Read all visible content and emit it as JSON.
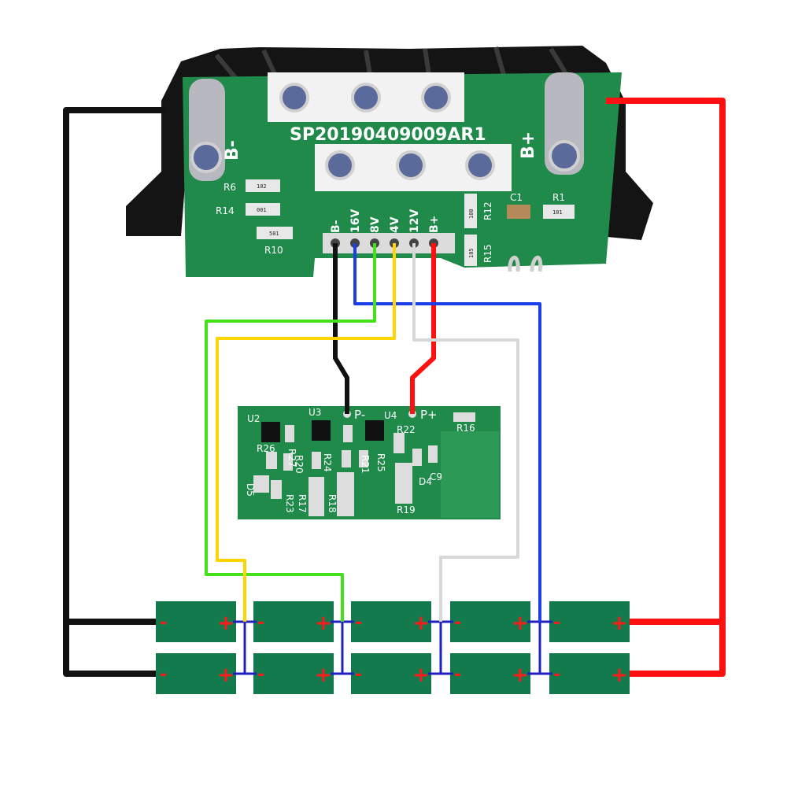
{
  "colors": {
    "pcb_green": "#1f8a4a",
    "cell_green": "#137a4d",
    "wire_black": "#111111",
    "wire_red": "#ff1010",
    "wire_blue": "#1a3fe8",
    "wire_green": "#44e01a",
    "wire_yellow": "#ffd400",
    "wire_white": "#d8d8d8",
    "cell_link": "#2020c0",
    "plus_sign": "#ff1a1a"
  },
  "main_board": {
    "serial": "SP20190409009AR1",
    "neg_label": "B-",
    "pos_label": "B+",
    "pins": [
      "B-",
      "16V",
      "8V",
      "4V",
      "12V",
      "B+"
    ],
    "components": [
      {
        "ref": "R6",
        "value": "102"
      },
      {
        "ref": "R14",
        "value": "001"
      },
      {
        "ref": "R10",
        "value": "501"
      },
      {
        "ref": "R12",
        "value": "100"
      },
      {
        "ref": "R15",
        "value": "105"
      },
      {
        "ref": "C1",
        "value": ""
      },
      {
        "ref": "R1",
        "value": "101"
      }
    ]
  },
  "balance_board": {
    "labels": [
      "U2",
      "U3",
      "U4",
      "P-",
      "P+",
      "R16",
      "R27",
      "R22",
      "R26",
      "R20",
      "R24",
      "R21",
      "R25",
      "D4",
      "C9",
      "D5",
      "R23",
      "R17",
      "R18",
      "R19"
    ]
  },
  "cells": {
    "neg_sign": "-",
    "pos_sign": "+"
  }
}
